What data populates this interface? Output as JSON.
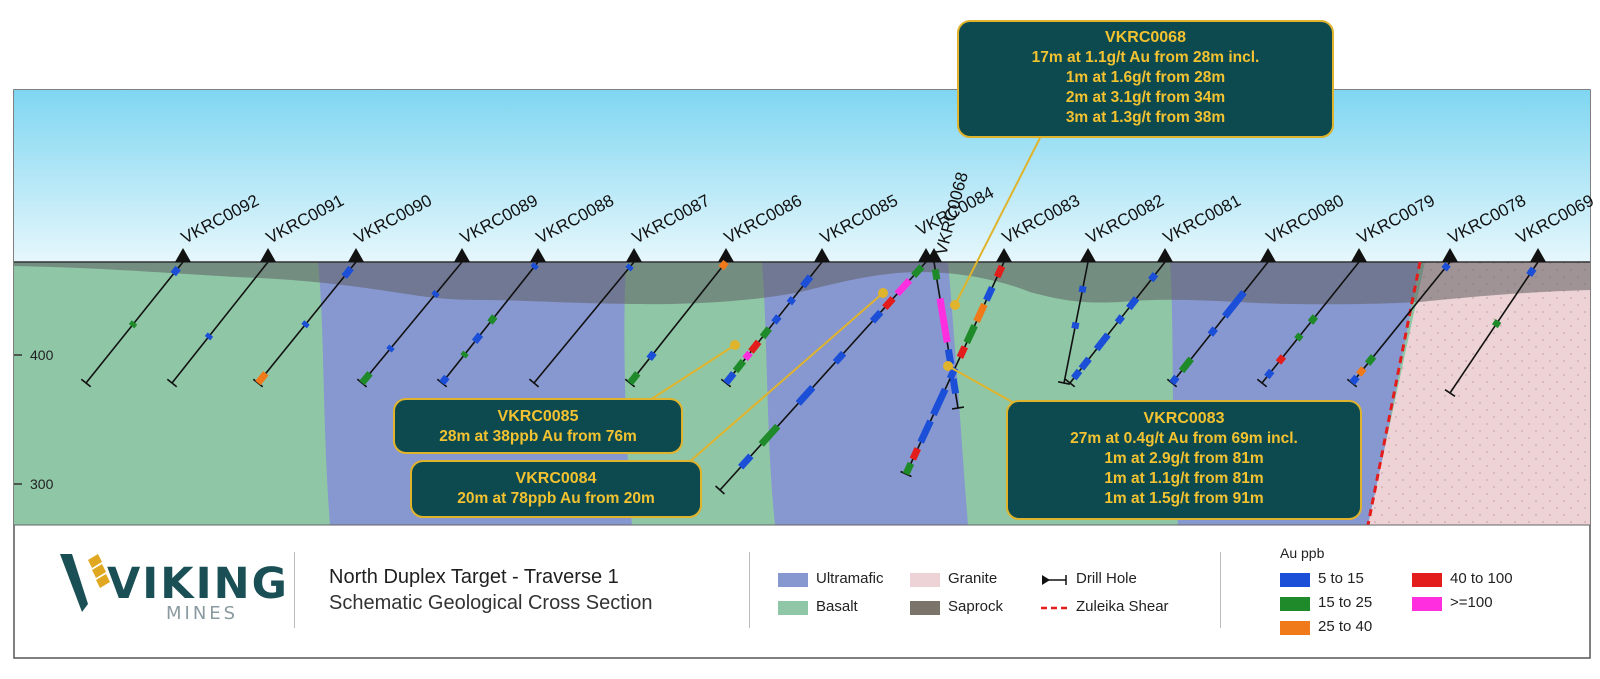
{
  "title": "North Duplex Target - Traverse 1",
  "subtitle": "Schematic Geological Cross Section",
  "logo": {
    "main": "VIKING",
    "sub": "MINES"
  },
  "elevation_labels": [
    "400",
    "300"
  ],
  "holes": [
    "VKRC0092",
    "VKRC0091",
    "VKRC0090",
    "VKRC0089",
    "VKRC0088",
    "VKRC0087",
    "VKRC0086",
    "VKRC0085",
    "VKRC0084",
    "VKRC0068",
    "VKRC0083",
    "VKRC0082",
    "VKRC0081",
    "VKRC0080",
    "VKRC0079",
    "VKRC0078",
    "VKRC0069"
  ],
  "callouts": {
    "c68": {
      "title": "VKRC0068",
      "lines": [
        "17m at 1.1g/t Au from 28m incl.",
        "1m at 1.6g/t from 28m",
        "2m at 3.1g/t from 34m",
        "3m at 1.3g/t from 38m"
      ]
    },
    "c83": {
      "title": "VKRC0083",
      "lines": [
        "27m at 0.4g/t Au from 69m incl.",
        "1m at 2.9g/t from 81m",
        "1m at 1.1g/t from 81m",
        "1m at 1.5g/t from 91m"
      ]
    },
    "c85": {
      "title": "VKRC0085",
      "lines": [
        "28m at 38ppb Au from 76m"
      ]
    },
    "c84": {
      "title": "VKRC0084",
      "lines": [
        "20m at 78ppb Au from 20m"
      ]
    }
  },
  "legend_geology": {
    "ultramafic": "Ultramafic",
    "basalt": "Basalt",
    "granite": "Granite",
    "saprock": "Saprock",
    "drill_hole": "Drill Hole",
    "shear": "Zuleika Shear"
  },
  "legend_au": {
    "title": "Au ppb",
    "items": [
      "5 to 15",
      "15 to 25",
      "25 to 40",
      "40 to 100",
      ">=100"
    ]
  },
  "colors": {
    "ultramafic": "#8797d0",
    "basalt": "#8ec6a6",
    "granite": "#eed3d6",
    "saprock": "#6e6e72",
    "sky_top": "#7fd6f1",
    "sky_bottom": "#e4f6fc",
    "au_5_15": "#1b4fd8",
    "au_15_25": "#1f8a2a",
    "au_25_40": "#f07a1a",
    "au_40_100": "#e31c1c",
    "au_100": "#ff2fe0",
    "callout_bg": "#0d4a4f",
    "callout_text": "#f2c230",
    "shear": "#e31c1c"
  }
}
